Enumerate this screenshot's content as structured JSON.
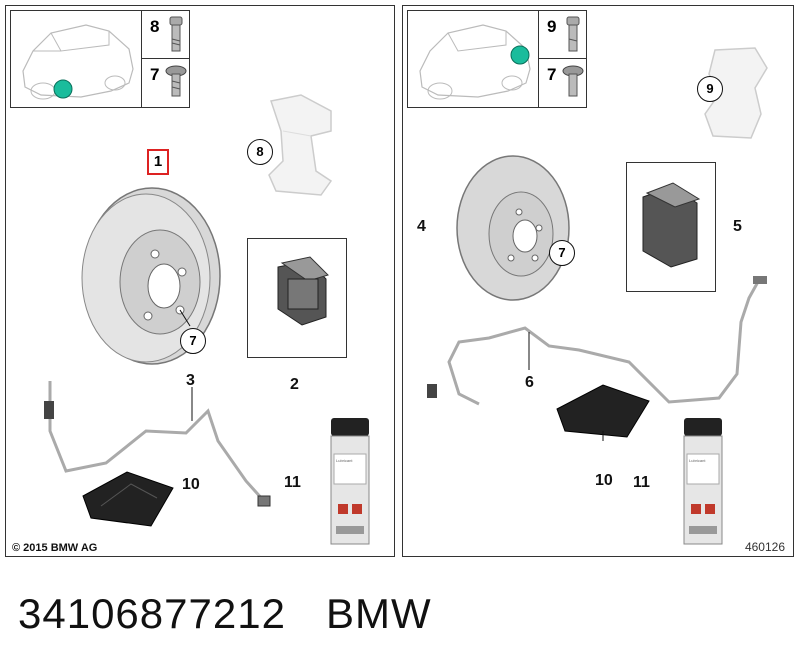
{
  "left_panel": {
    "thumb_top_num": "8",
    "thumb_bottom_num": "7",
    "callouts": {
      "disc": "1",
      "disc_bolt": "7",
      "caliper": "8",
      "pads": "2",
      "sensor": "3",
      "grease": "10",
      "spray": "11"
    },
    "copyright": "© 2015 BMW AG"
  },
  "right_panel": {
    "thumb_top_num": "9",
    "thumb_bottom_num": "7",
    "callouts": {
      "disc": "4",
      "disc_bolt": "7",
      "caliper": "9",
      "pads": "5",
      "sensor": "6",
      "grease": "10",
      "spray": "11"
    },
    "image_id": "460126"
  },
  "caption": {
    "part_number": "34106877212",
    "brand": "BMW"
  },
  "colors": {
    "accent_highlight": "#1abc9c",
    "selection_box": "#dd2222"
  }
}
